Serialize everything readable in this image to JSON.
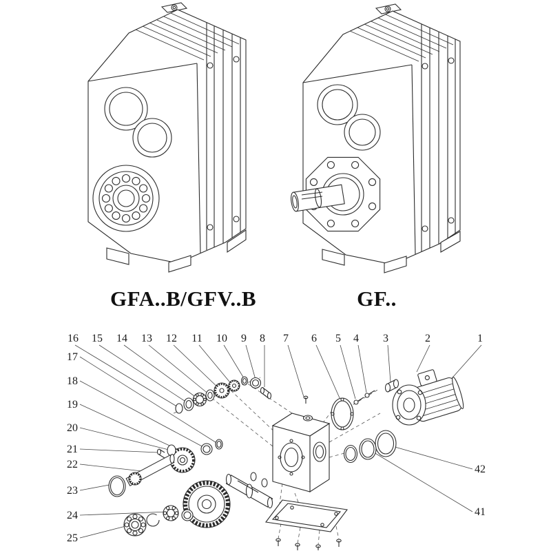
{
  "page": {
    "background": "#ffffff",
    "line_color": "#2b2b2b"
  },
  "models": {
    "left_label": "GFA..B/GFV..B",
    "right_label": "GF.."
  },
  "exploded_view": {
    "top_row": [
      "16",
      "15",
      "14",
      "13",
      "12",
      "11",
      "10",
      "9",
      "8",
      "7",
      "6",
      "5",
      "4",
      "3",
      "2",
      "1"
    ],
    "left_column": [
      "17",
      "18",
      "19",
      "20",
      "21",
      "22",
      "23",
      "24",
      "25"
    ],
    "right_column": [
      "42",
      "41"
    ]
  }
}
